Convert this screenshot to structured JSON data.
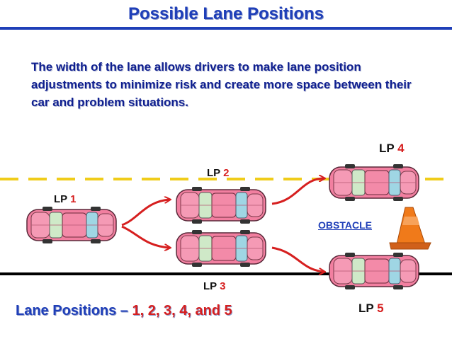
{
  "slide": {
    "title": "Possible Lane Positions",
    "body": "The width of the lane allows drivers to make lane position adjustments to minimize risk and create more space between their car and problem situations.",
    "lane_positions": [
      {
        "prefix": "LP",
        "number": "1"
      },
      {
        "prefix": "LP",
        "number": "2"
      },
      {
        "prefix": "LP",
        "number": "3"
      },
      {
        "prefix": "LP",
        "number": "4"
      },
      {
        "prefix": "LP",
        "number": "5"
      }
    ],
    "obstacle_label": "OBSTACLE",
    "footer_prefix": "Lane Positions –",
    "footer_numbers": "1, 2, 3, 4, and 5"
  },
  "colors": {
    "title": "#1f3fb8",
    "body_text": "#0f1f8f",
    "lane_number": "#d61f1f",
    "arrow": "#d61f1f",
    "lane_dashed": "#f0cc1a",
    "lane_solid": "#000000",
    "car_body": "#f27fa0",
    "cone": "#f07a1a"
  },
  "icons": {
    "car": "car-icon",
    "cone": "traffic-cone-icon",
    "arrow": "curved-arrow-icon"
  }
}
